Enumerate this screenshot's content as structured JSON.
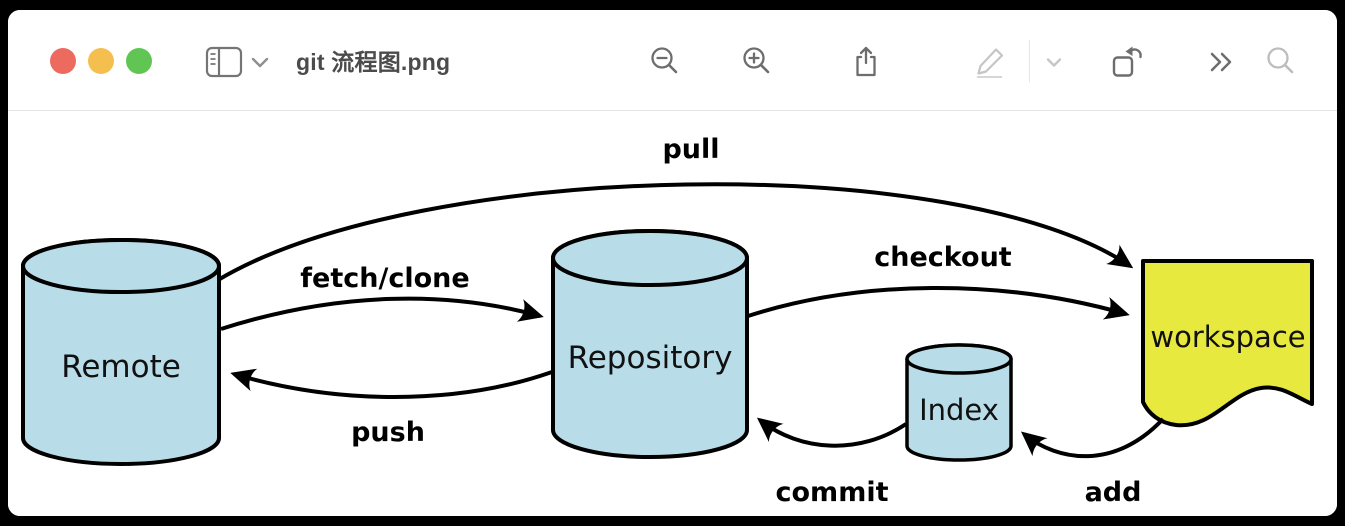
{
  "window": {
    "title": "git 流程图.png",
    "traffic_lights": {
      "close_color": "#ed6a5f",
      "minimize_color": "#f5bf4f",
      "zoom_color": "#61c554"
    }
  },
  "toolbar": {
    "buttons": [
      {
        "name": "sidebar-toggle",
        "icon": "sidebar-panel-icon",
        "disabled": false
      },
      {
        "name": "zoom-out",
        "icon": "magnifier-minus-icon",
        "disabled": false
      },
      {
        "name": "zoom-in",
        "icon": "magnifier-plus-icon",
        "disabled": false
      },
      {
        "name": "share",
        "icon": "share-icon",
        "disabled": false
      },
      {
        "name": "markup",
        "icon": "pencil-icon",
        "disabled": true
      },
      {
        "name": "markup-menu",
        "icon": "chevron-down-icon",
        "disabled": true
      },
      {
        "name": "rotate-left",
        "icon": "rotate-left-icon",
        "disabled": false
      },
      {
        "name": "more-tools",
        "icon": "double-chevron-right-icon",
        "disabled": false
      },
      {
        "name": "search",
        "icon": "search-icon",
        "disabled": true
      }
    ],
    "icon_color": "#6d6d6d",
    "disabled_icon_color": "#c5c5c5"
  },
  "diagram": {
    "nodes": [
      {
        "id": "remote",
        "label": "Remote",
        "shape": "cylinder",
        "fill": "#b9dde8"
      },
      {
        "id": "repository",
        "label": "Repository",
        "shape": "cylinder",
        "fill": "#b9dde8"
      },
      {
        "id": "index",
        "label": "Index",
        "shape": "cylinder",
        "fill": "#b9dde8"
      },
      {
        "id": "workspace",
        "label": "workspace",
        "shape": "wavy-note",
        "fill": "#e7e93f"
      }
    ],
    "edges": [
      {
        "label": "pull",
        "from": "remote",
        "to": "workspace"
      },
      {
        "label": "fetch/clone",
        "from": "remote",
        "to": "repository"
      },
      {
        "label": "checkout",
        "from": "repository",
        "to": "workspace"
      },
      {
        "label": "push",
        "from": "repository",
        "to": "remote"
      },
      {
        "label": "commit",
        "from": "index",
        "to": "repository"
      },
      {
        "label": "add",
        "from": "workspace",
        "to": "index"
      }
    ],
    "stroke_color": "#000000"
  }
}
